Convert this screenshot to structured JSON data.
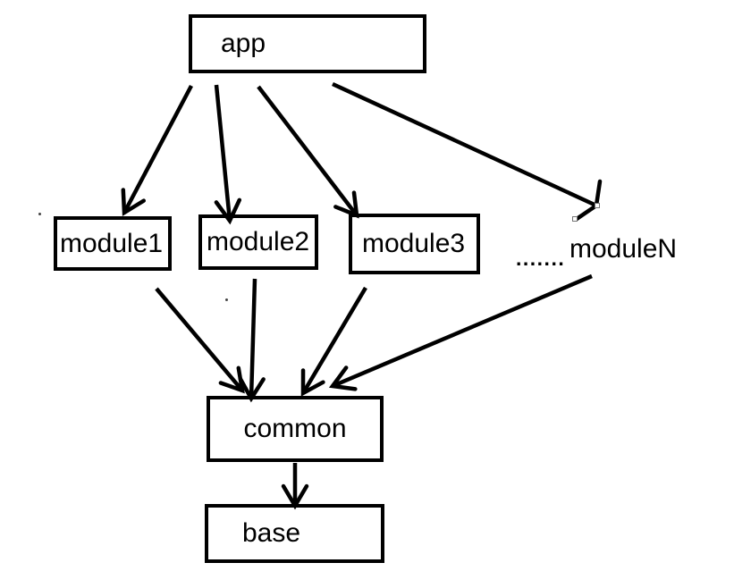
{
  "diagram": {
    "colors": {
      "ink": "#000000",
      "background": "#ffffff",
      "handle_border": "#757575"
    },
    "nodes": {
      "app": {
        "label": "app"
      },
      "module1": {
        "label": "module1"
      },
      "module2": {
        "label": "module2"
      },
      "module3": {
        "label": "module3"
      },
      "moduleN": {
        "label": "moduleN"
      },
      "common": {
        "label": "common"
      },
      "base": {
        "label": "base"
      }
    },
    "ellipsis": ".......",
    "edges": [
      {
        "from": "app",
        "to": "module1"
      },
      {
        "from": "app",
        "to": "module2"
      },
      {
        "from": "app",
        "to": "module3"
      },
      {
        "from": "app",
        "to": "moduleN"
      },
      {
        "from": "module1",
        "to": "common"
      },
      {
        "from": "module2",
        "to": "common"
      },
      {
        "from": "module3",
        "to": "common"
      },
      {
        "from": "moduleN",
        "to": "common"
      },
      {
        "from": "common",
        "to": "base"
      }
    ]
  }
}
